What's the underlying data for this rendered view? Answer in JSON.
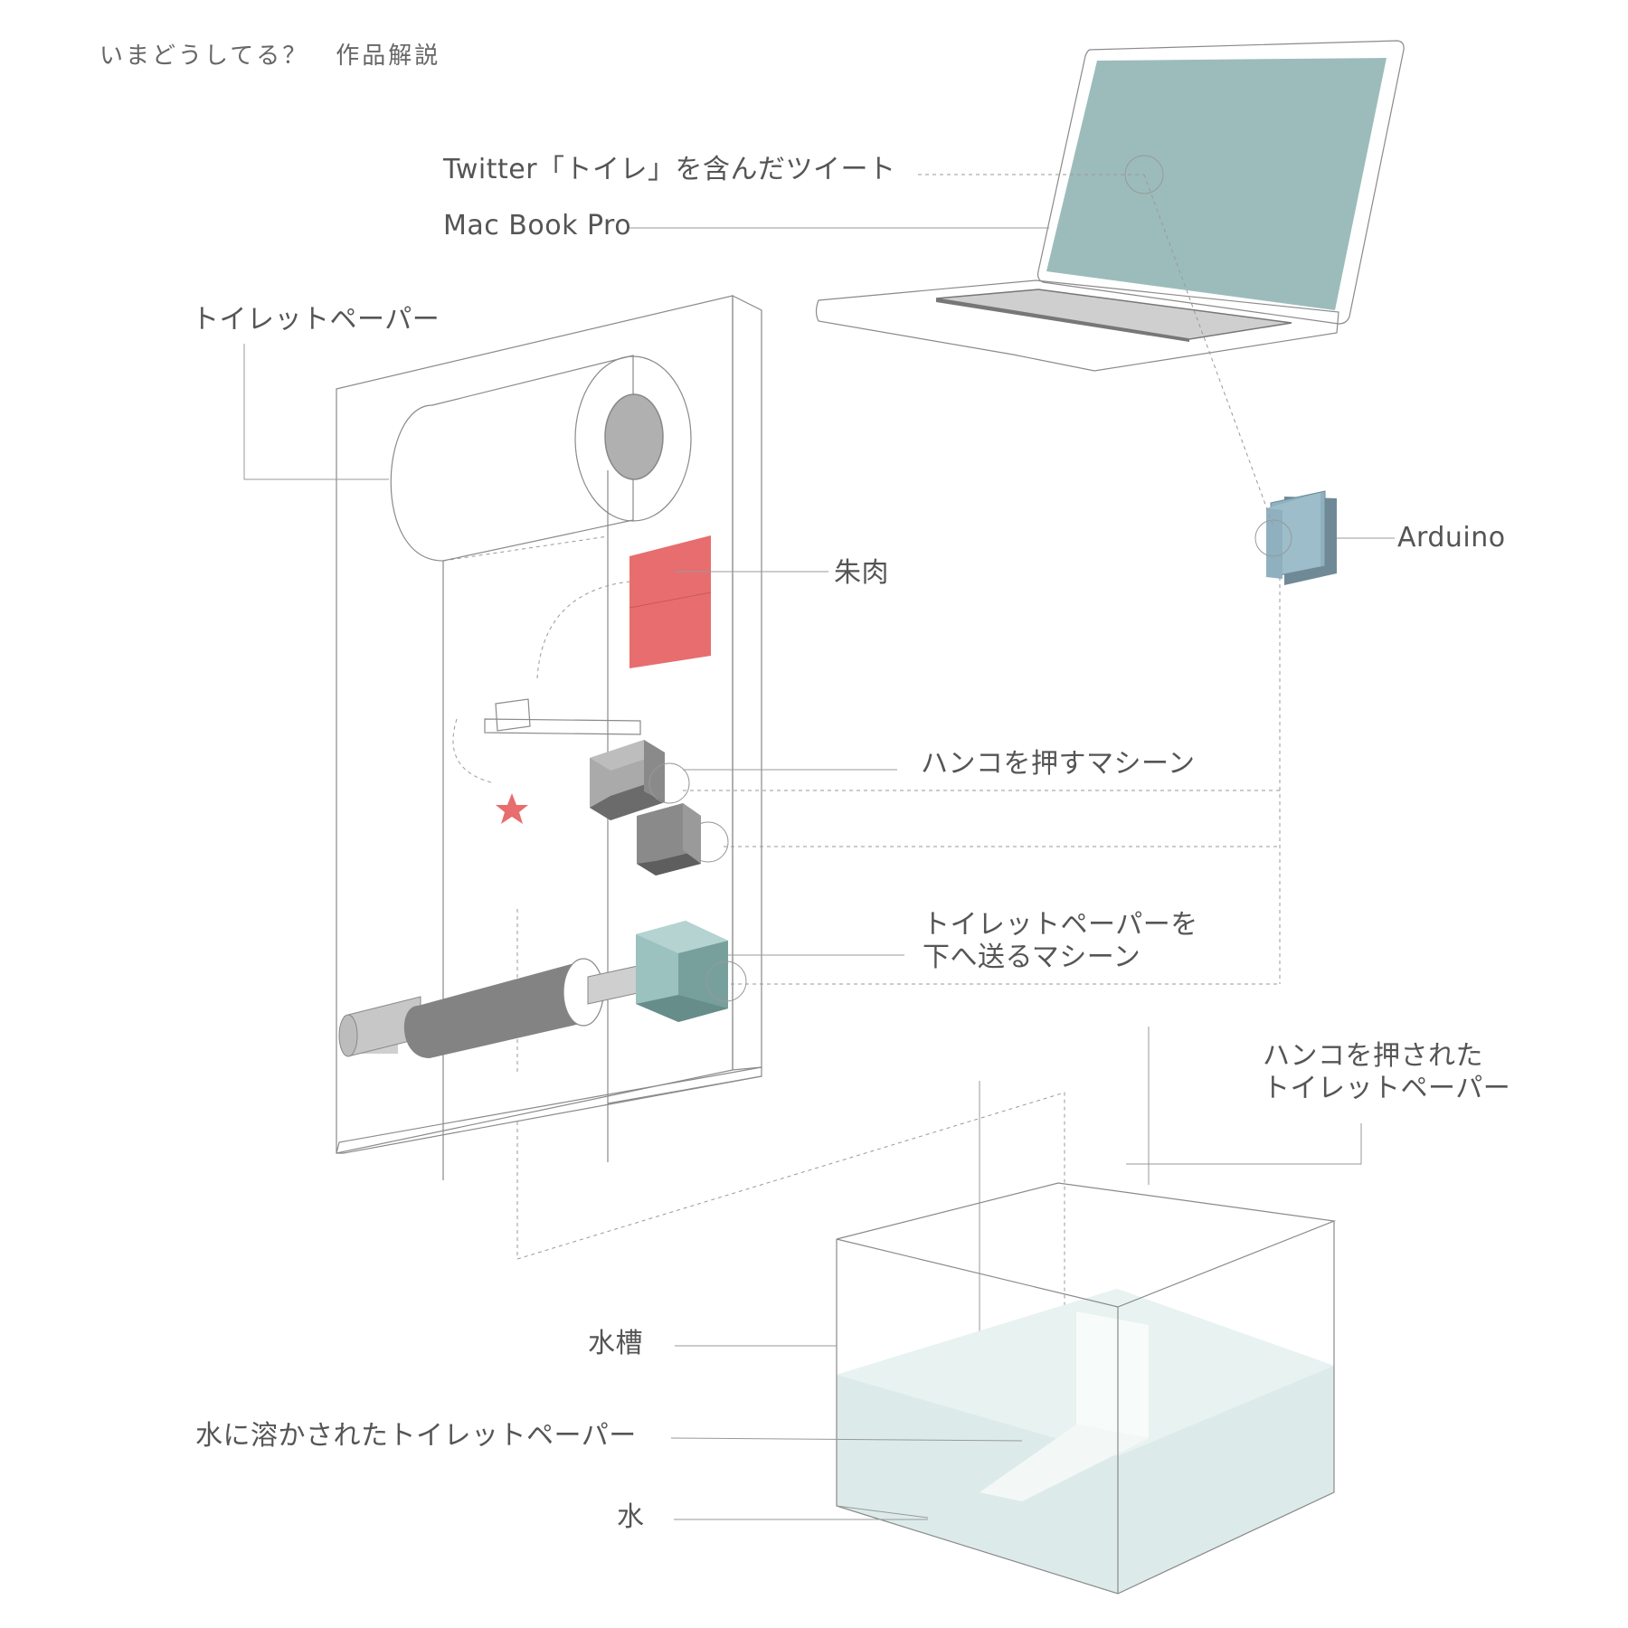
{
  "header": {
    "title": "いまどうしてる？",
    "subtitle": "作品解説"
  },
  "labels": {
    "tweet": "Twitter「トイレ」を含んだツイート",
    "macbook": "Mac Book Pro",
    "toilet_paper": "トイレットペーパー",
    "arduino": "Arduino",
    "ink_pad": "朱肉",
    "stamp_machine": "ハンコを押すマシーン",
    "feed_machine_line1": "トイレットペーパーを",
    "feed_machine_line2": "下へ送るマシーン",
    "stamped_paper_line1": "ハンコを押された",
    "stamped_paper_line2": "トイレットペーパー",
    "water_tank": "水槽",
    "dissolved_paper": "水に溶かされたトイレットペーパー",
    "water": "水"
  },
  "colors": {
    "line": "#8a8a8a",
    "ink_red": "#e86d6e",
    "screen": "#9cbcbb",
    "arduino": "#8fb1bf",
    "motor_teal": "#8fb8b5",
    "motor_gray": "#9a9a9a",
    "water": "#dcebe9"
  }
}
